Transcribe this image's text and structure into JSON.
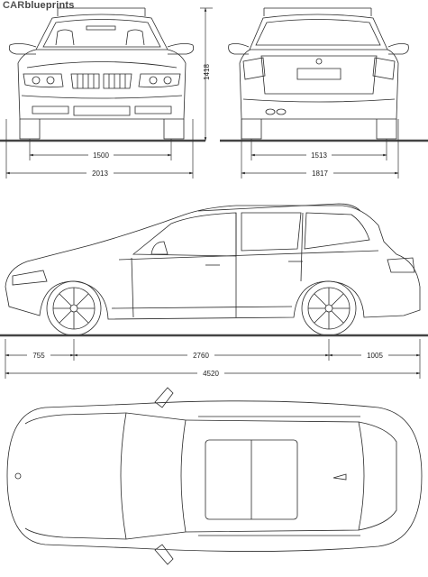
{
  "brand": {
    "part1": "CAR",
    "part2": "blueprints"
  },
  "colors": {
    "line": "#2a2a2a",
    "ground": "#444444"
  },
  "dimensions": {
    "front_track": "1500",
    "front_width": "2013",
    "height": "1418",
    "rear_track": "1513",
    "rear_width": "1817",
    "front_overhang": "755",
    "wheelbase": "2760",
    "rear_overhang": "1005",
    "length": "4520"
  },
  "views": [
    "front",
    "rear",
    "side",
    "top"
  ]
}
